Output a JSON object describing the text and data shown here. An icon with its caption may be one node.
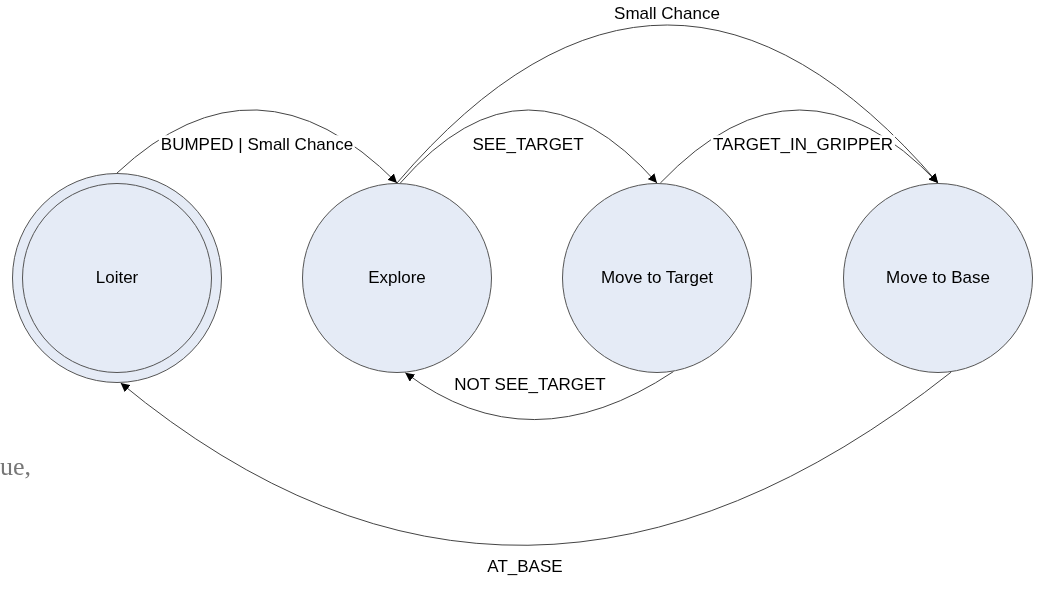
{
  "diagram": {
    "nodes": [
      {
        "text": [
          "Loiter"
        ]
      },
      {
        "text": [
          "Explore"
        ]
      },
      {
        "text": [
          "Move to Target"
        ]
      },
      {
        "text": [
          "Move to Base"
        ]
      }
    ],
    "edges": [
      {
        "from": 0,
        "to": 1,
        "arrow": "to",
        "label": "BUMPED | Small Chance"
      },
      {
        "from": 1,
        "to": 2,
        "arrow": "to",
        "label": "SEE_TARGET"
      },
      {
        "from": 2,
        "to": 3,
        "arrow": "to",
        "label": "TARGET_IN_GRIPPER"
      },
      {
        "from": 1,
        "to": 3,
        "arrow": "to",
        "label": "Small Chance"
      },
      {
        "from": 2,
        "to": 1,
        "arrow": "to",
        "label": "NOT SEE_TARGET"
      },
      {
        "from": 3,
        "to": 0,
        "arrow": "to",
        "label": "AT_BASE"
      }
    ],
    "labels": [
      "ue,"
    ]
  }
}
